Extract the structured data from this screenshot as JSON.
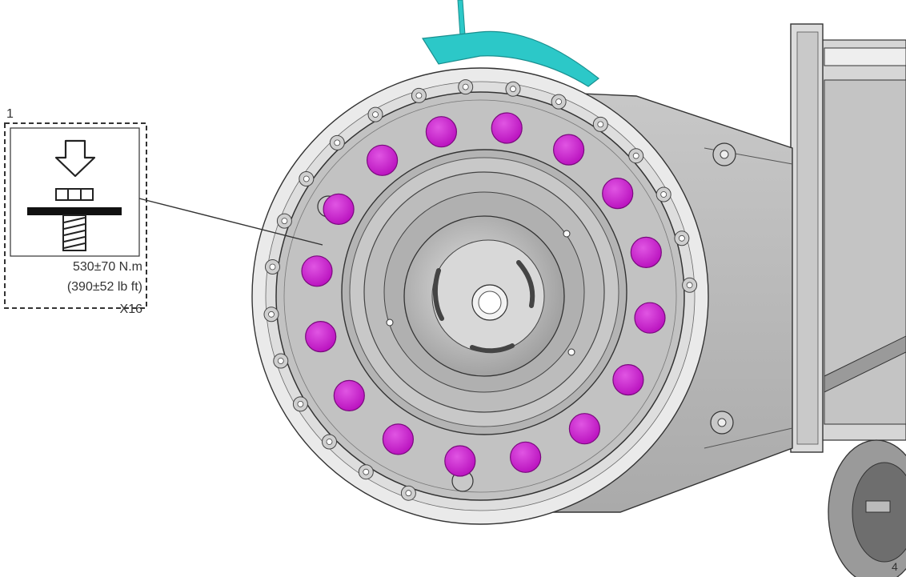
{
  "callout": {
    "number": "1",
    "torque_metric": "530±70 N.m",
    "torque_imperial": "(390±52 lb ft)",
    "quantity": "X16",
    "icon": "tighten-bolt-icon"
  },
  "figure_number": "4",
  "colors": {
    "bolt_highlight": "#d21ad6",
    "housing": "#bfbfbf",
    "hose": "#2cc8c8"
  }
}
